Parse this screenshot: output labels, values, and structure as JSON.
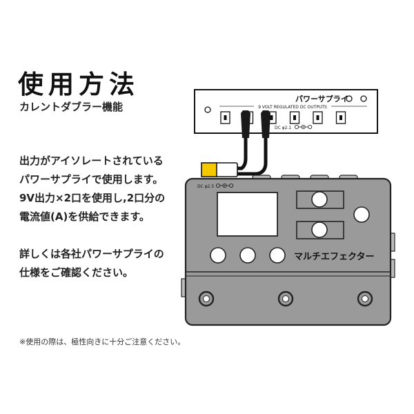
{
  "heading": {
    "title": "使用方法",
    "subtitle": "カレントダブラー機能"
  },
  "description": {
    "paragraph1": [
      "出力がアイソレートされている",
      "パワーサプライで使用します。",
      "9V出力×2口を使用し,2口分の",
      "電流値(A)を供給できます。"
    ],
    "paragraph2": [
      "詳しくは各社パワーサプライの",
      "仕様をご確認ください。"
    ]
  },
  "footnote": "※使用の際は、極性向きに十分ご注意ください。",
  "power_supply": {
    "label": "パワーサプライ",
    "outputs_label": "9 VOLT REGULATED DC OUTPUTS",
    "dc_label": "DC φ2.1",
    "output_count": 6
  },
  "multi_effector": {
    "label": "マルチエフェクター",
    "dc_label": "DC φ2.5"
  },
  "colors": {
    "effector_body": "#9a9a9a",
    "effector_outline": "#222222",
    "plug_yellow": "#f5c800",
    "cable": "#1a1a1a",
    "screen": "#ffffff"
  }
}
